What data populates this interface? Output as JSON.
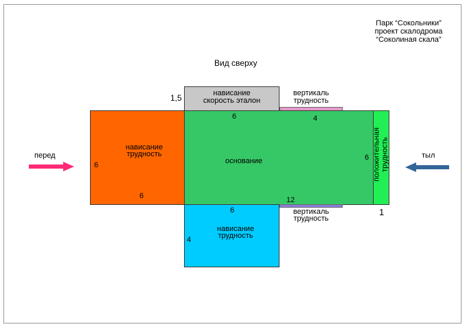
{
  "header": {
    "line1": "Парк “Сокольники”",
    "line2": "проект скалодрома",
    "line3": "“Соколиная скала”"
  },
  "view_title": "Вид сверху",
  "blocks": {
    "top_overhang": {
      "line1": "нависание",
      "line2": "скорость эталон",
      "dim": "1,5",
      "color": "#c8c8c8"
    },
    "front_overhang": {
      "line1": "нависание",
      "line2": "трудность",
      "dim_side": "6",
      "dim_bottom": "6",
      "color": "#ff6600"
    },
    "base": {
      "label": "основание",
      "dim_top": "6",
      "dim_right": "6",
      "color": "#36c866"
    },
    "positive": {
      "line1": "положительная",
      "line2": "трудность",
      "dim": "1",
      "color": "#22ee55"
    },
    "bottom_overhang": {
      "line1": "нависание",
      "line2": "трудность",
      "dim_top": "6",
      "dim_side": "4",
      "color": "#00ccff"
    },
    "vertical_top": {
      "line1": "вертикаль",
      "line2": "трудность",
      "dim": "4",
      "color": "#e69ac8"
    },
    "vertical_bottom": {
      "line1": "вертикаль",
      "line2": "трудность",
      "dim": "12",
      "color": "#8a7ee0"
    }
  },
  "arrows": {
    "front": {
      "label": "перед",
      "color": "#ff2a77"
    },
    "back": {
      "label": "тыл",
      "color": "#336699"
    }
  }
}
